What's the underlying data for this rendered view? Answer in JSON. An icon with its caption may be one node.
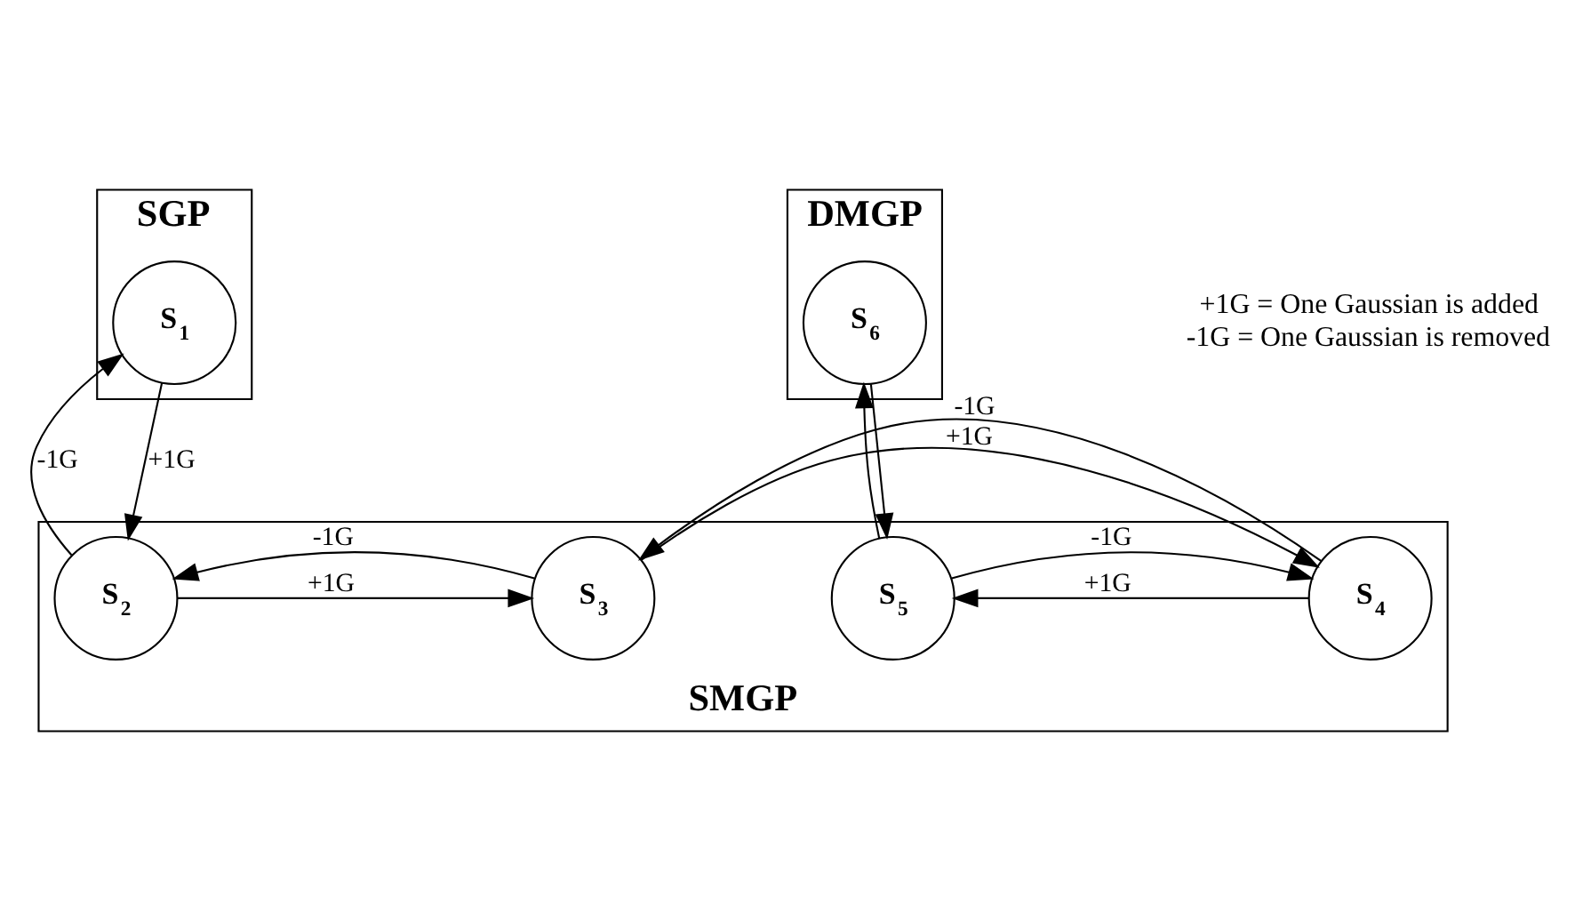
{
  "diagram": {
    "nodes": [
      {
        "text": [
          "SGP"
        ]
      },
      {
        "text": [
          "S$_{1}$"
        ],
        "in": 0
      },
      {
        "text": [
          "DMGP"
        ]
      },
      {
        "text": [
          "S$_{6}$"
        ],
        "in": 2
      },
      {
        "text": [
          "SMGP"
        ]
      },
      {
        "text": [
          "S$_{2}$"
        ],
        "in": 4
      },
      {
        "text": [
          "S$_{3}$"
        ],
        "in": 4
      },
      {
        "text": [
          "S$_{4}$"
        ],
        "in": 4
      },
      {
        "text": [
          "S$_{5}$"
        ],
        "in": 4
      }
    ],
    "edges": [
      {
        "from": 5,
        "to": 1,
        "arrow": "to",
        "label": "-1G"
      },
      {
        "from": 1,
        "to": 5,
        "arrow": "to",
        "label": "+1G"
      },
      {
        "from": 5,
        "to": 6,
        "arrow": "to",
        "label": "+1G"
      },
      {
        "from": 6,
        "to": 5,
        "arrow": "to",
        "label": "-1G"
      },
      {
        "from": 6,
        "to": 7,
        "arrow": "to",
        "label": "+1G"
      },
      {
        "from": 7,
        "to": 6,
        "arrow": "to",
        "label": "-1G"
      },
      {
        "from": 7,
        "to": 8,
        "arrow": "to",
        "label": "+1G"
      },
      {
        "from": 8,
        "to": 7,
        "arrow": "to",
        "label": "-1G"
      },
      {
        "from": 8,
        "to": 3,
        "arrow": "to"
      },
      {
        "from": 3,
        "to": 8,
        "arrow": "to"
      }
    ],
    "labels": [
      "+1G = One Gaussian is added",
      "-1G = One Gaussian is removed"
    ]
  }
}
